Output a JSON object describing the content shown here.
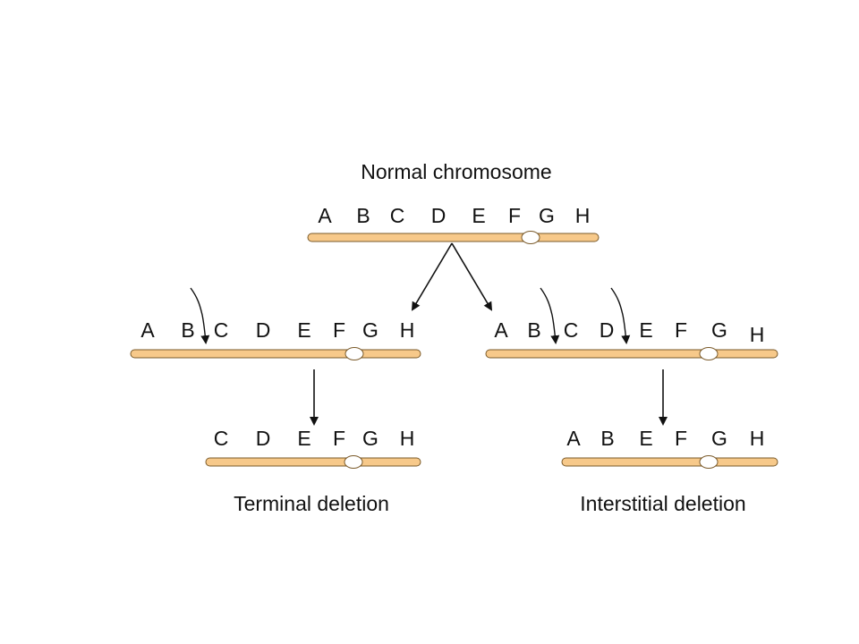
{
  "colors": {
    "chromosome_fill": "#f7c98a",
    "chromosome_stroke": "#7a5a2a",
    "centromere_fill": "#ffffff",
    "ink": "#111111"
  },
  "labels": {
    "normal": "Normal chromosome",
    "terminal": "Terminal deletion",
    "interstitial": "Interstitial deletion"
  },
  "chromosomes": {
    "normal": {
      "genes": [
        "A",
        "B",
        "C",
        "D",
        "E",
        "F",
        "G",
        "H"
      ]
    },
    "terminal_break": {
      "genes": [
        "A",
        "B",
        "C",
        "D",
        "E",
        "F",
        "G",
        "H"
      ]
    },
    "interstitial_break": {
      "genes": [
        "A",
        "B",
        "C",
        "D",
        "E",
        "F",
        "G",
        "H"
      ]
    },
    "terminal_result": {
      "genes": [
        "C",
        "D",
        "E",
        "F",
        "G",
        "H"
      ]
    },
    "interstitial_result": {
      "genes": [
        "A",
        "B",
        "E",
        "F",
        "G",
        "H"
      ]
    }
  }
}
